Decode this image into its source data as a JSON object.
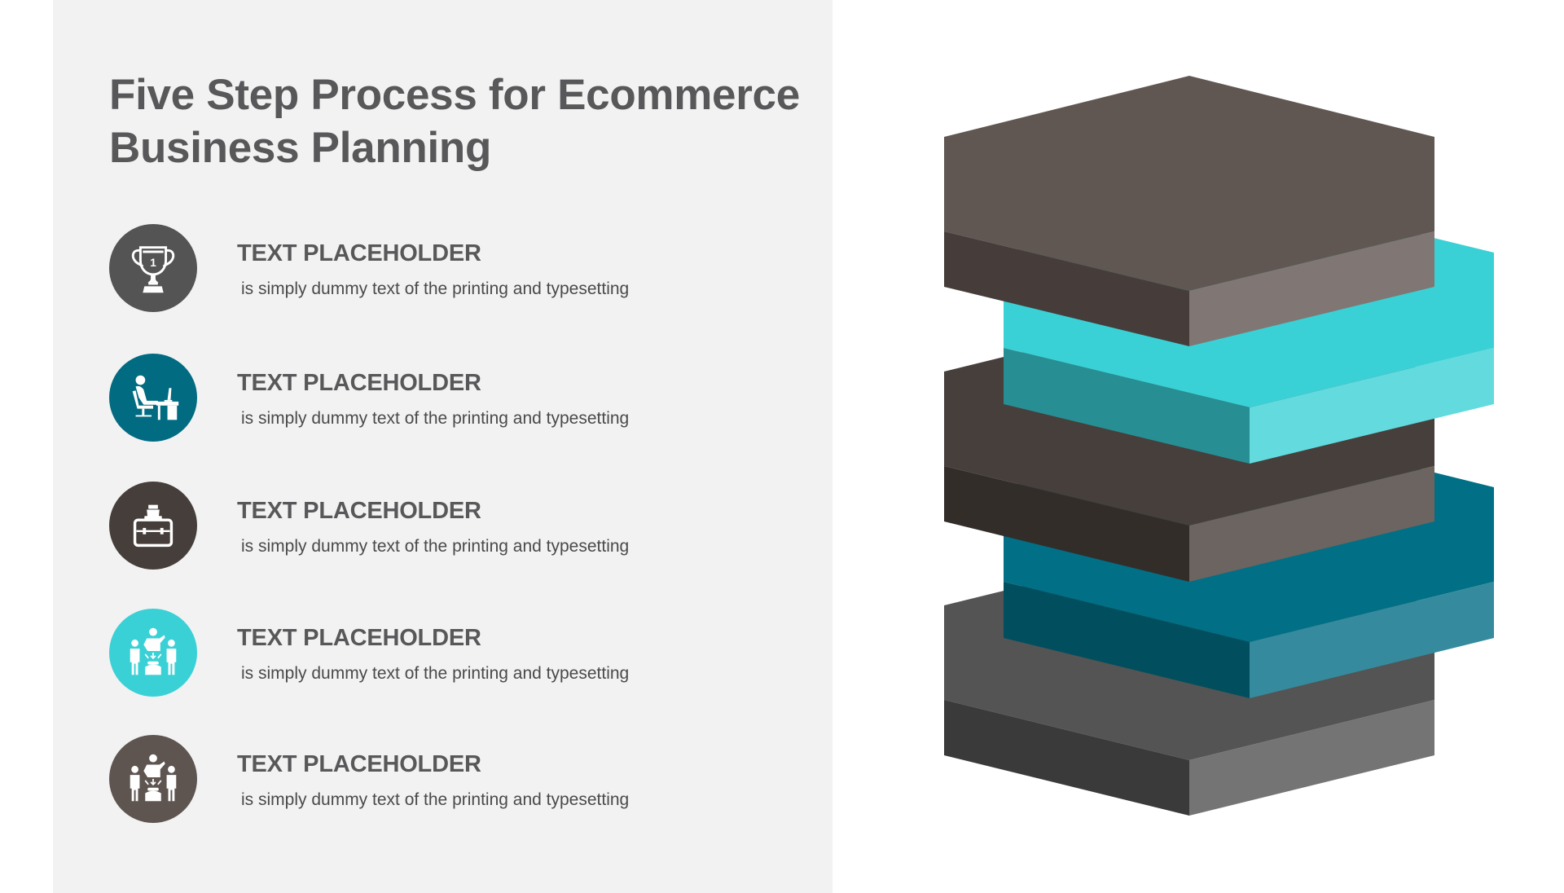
{
  "slide": {
    "title_line1": "Five Step Process for Ecommerce",
    "title_line2": "Business Planning"
  },
  "steps": [
    {
      "title": "TEXT PLACEHOLDER",
      "description": "is simply dummy text of the printing and typesetting",
      "icon": "trophy-icon",
      "color": "#545454"
    },
    {
      "title": "TEXT PLACEHOLDER",
      "description": "is simply dummy text of the printing and typesetting",
      "icon": "office-worker-icon",
      "color": "#016b82"
    },
    {
      "title": "TEXT PLACEHOLDER",
      "description": "is simply dummy text of the printing and typesetting",
      "icon": "briefcase-icon",
      "color": "#463e3b"
    },
    {
      "title": "TEXT PLACEHOLDER",
      "description": "is simply dummy text of the printing and typesetting",
      "icon": "team-meeting-icon",
      "color": "#3ad1d6"
    },
    {
      "title": "TEXT PLACEHOLDER",
      "description": "is simply dummy text of the printing and typesetting",
      "icon": "team-meeting-icon",
      "color": "#5e5551"
    }
  ],
  "stack": {
    "layers": [
      {
        "order": 1,
        "top": "#605752",
        "left": "#463d3a",
        "right": "#807774"
      },
      {
        "order": 2,
        "top": "#3ad1d6",
        "left": "#278f93",
        "right": "#62dade"
      },
      {
        "order": 3,
        "top": "#473f3c",
        "left": "#332d2a",
        "right": "#6c6460"
      },
      {
        "order": 4,
        "top": "#016f85",
        "left": "#014f5e",
        "right": "#358b9d"
      },
      {
        "order": 5,
        "top": "#545454",
        "left": "#3a3a3a",
        "right": "#747474"
      }
    ]
  }
}
